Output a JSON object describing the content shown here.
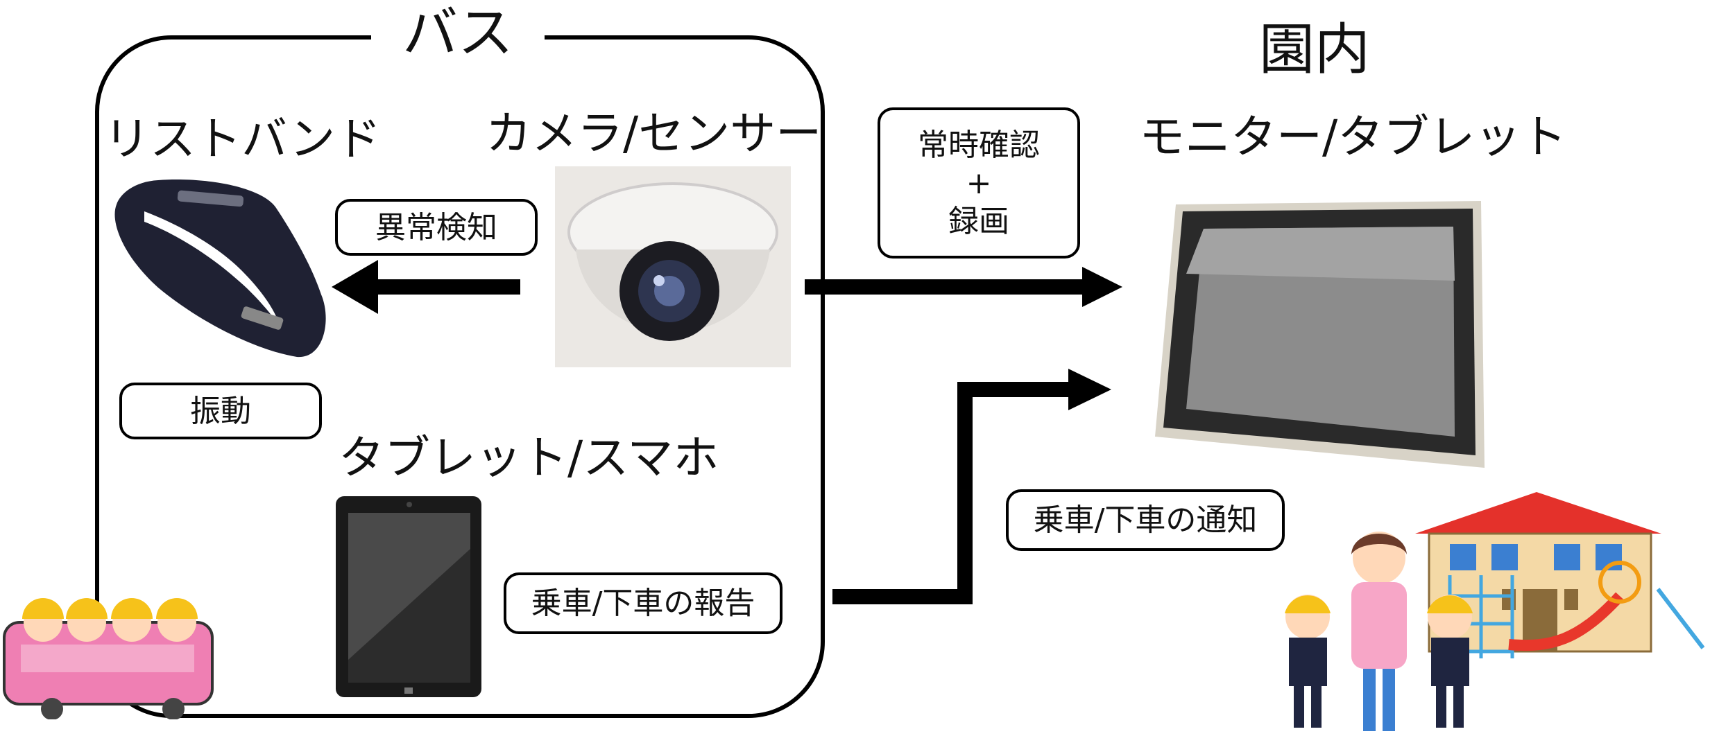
{
  "bus": {
    "title": "バス"
  },
  "school": {
    "title": "園内"
  },
  "devices": {
    "wristband": "リストバンド",
    "camera": "カメラ/センサー",
    "tablet_phone": "タブレット/スマホ",
    "monitor": "モニター/タブレット"
  },
  "boxes": {
    "anomaly": "異常検知",
    "vibration": "振動",
    "constant_check_line1": "常時確認",
    "constant_check_line2": "+",
    "constant_check_line3": "録画",
    "board_report": "乗車/下車の報告",
    "board_notify": "乗車/下車の通知"
  },
  "colors": {
    "line": "#000000",
    "bus_body": "#ef7fb3",
    "helmet": "#f6c21a",
    "roof": "#e4312b",
    "wall": "#f4d9a6",
    "window": "#3b7fd1",
    "slide": "#e8372b",
    "bars": "#43a7e0"
  }
}
